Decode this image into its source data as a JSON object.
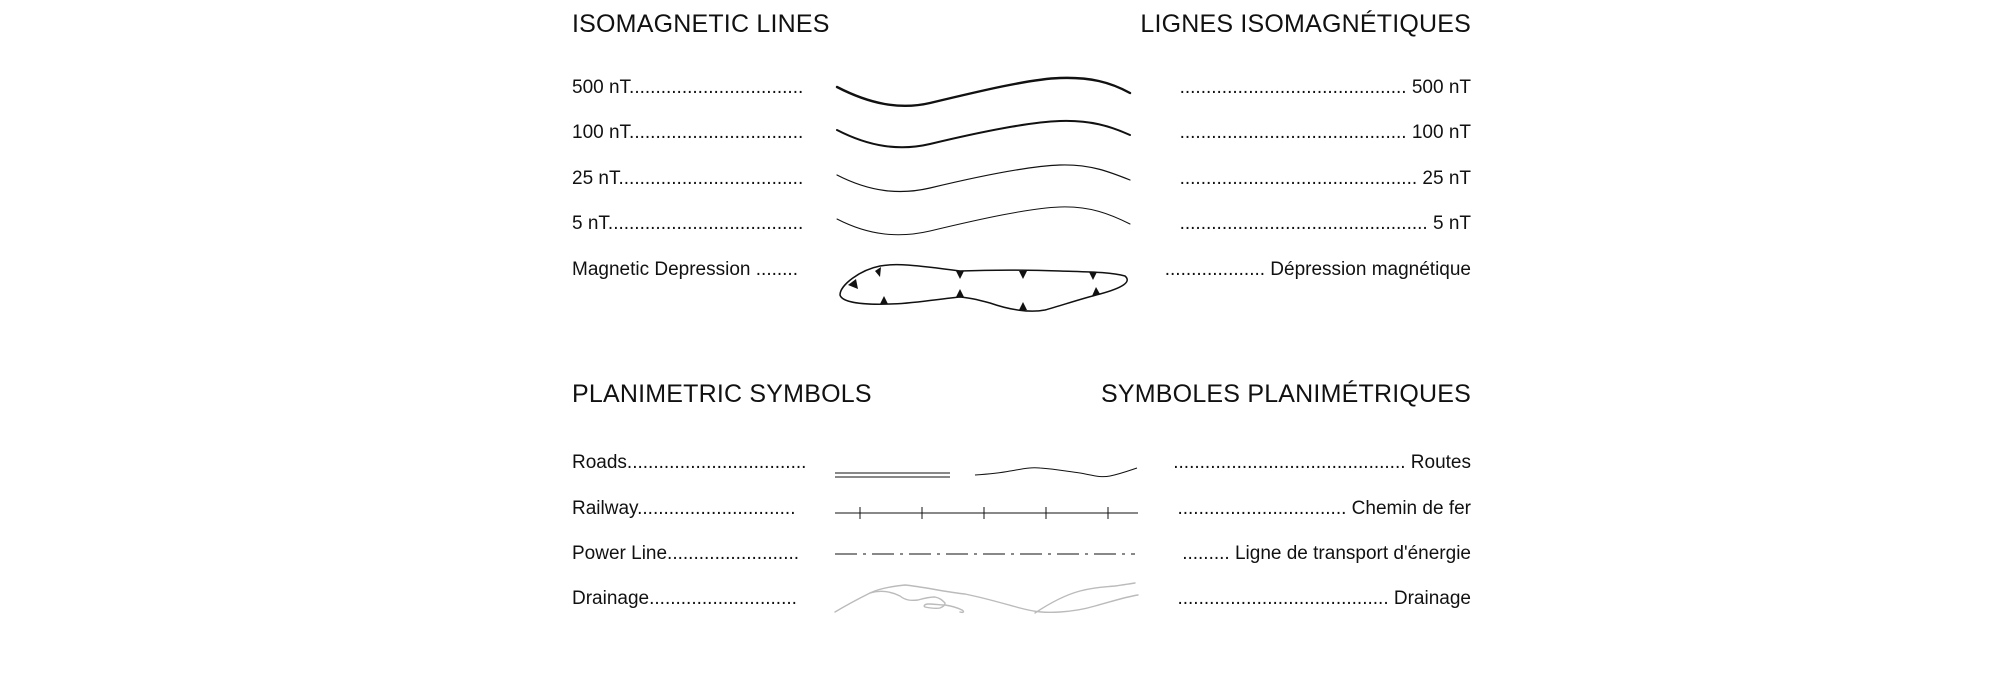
{
  "isomagnetic": {
    "heading_en": "ISOMAGNETIC LINES",
    "heading_fr": "LIGNES ISOMAGNÉTIQUES",
    "rows": [
      {
        "en": "500 nT.................................",
        "fr": "........................................... 500 nT"
      },
      {
        "en": "100 nT.................................",
        "fr": "........................................... 100 nT"
      },
      {
        "en": "25 nT...................................",
        "fr": "............................................. 25 nT"
      },
      {
        "en": "5 nT.....................................",
        "fr": "............................................... 5 nT"
      },
      {
        "en": "Magnetic Depression ........",
        "fr": "................... Dépression magnétique"
      }
    ]
  },
  "planimetric": {
    "heading_en": "PLANIMETRIC SYMBOLS",
    "heading_fr": "SYMBOLES PLANIMÉTRIQUES",
    "rows": [
      {
        "en": "Roads..................................",
        "fr": "............................................ Routes"
      },
      {
        "en": "Railway..............................",
        "fr": "................................ Chemin de fer"
      },
      {
        "en": "Power Line.........................",
        "fr": "......... Ligne de transport d'énergie"
      },
      {
        "en": "Drainage............................",
        "fr": "........................................ Drainage"
      }
    ]
  },
  "colors": {
    "ink": "#111111",
    "drainage": "#bbbbbb"
  }
}
